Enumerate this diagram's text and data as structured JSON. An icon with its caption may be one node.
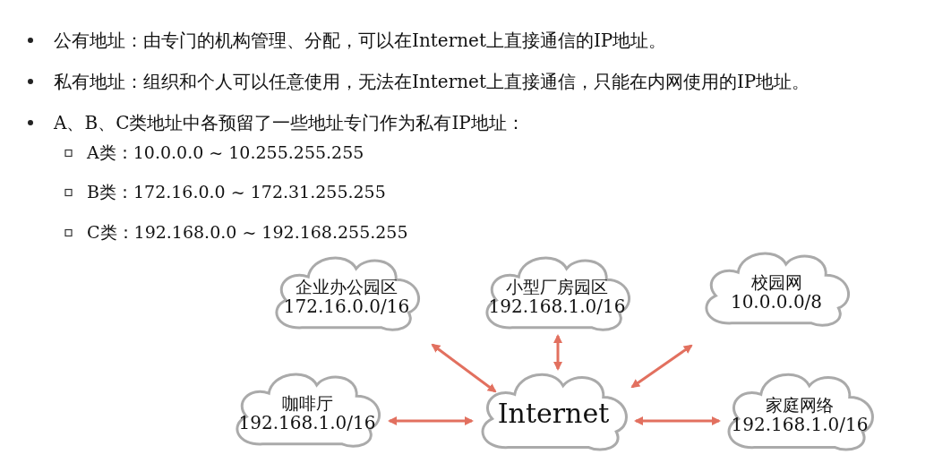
{
  "diagram": {
    "nodes": [
      {
        "text": [
          "企业办公园区",
          "172.16.0.0/16"
        ]
      },
      {
        "text": [
          "小型厂房园区",
          "192.168.1.0/16"
        ]
      },
      {
        "text": [
          "校园网",
          "10.0.0.0/8"
        ]
      },
      {
        "text": [
          "咖啡厅",
          "192.168.1.0/16"
        ]
      },
      {
        "text": [
          "Internet"
        ]
      },
      {
        "text": [
          "家庭网络",
          "192.168.1.0/16"
        ]
      }
    ],
    "edges": [
      {
        "from": 4,
        "to": 0,
        "arrow": "both"
      },
      {
        "from": 4,
        "to": 1,
        "arrow": "both"
      },
      {
        "from": 4,
        "to": 2,
        "arrow": "both"
      },
      {
        "from": 4,
        "to": 3,
        "arrow": "both"
      },
      {
        "from": 4,
        "to": 5,
        "arrow": "both"
      }
    ],
    "labels": [
      "公有地址：由专门的机构管理、分配，可以在Internet上直接通信的IP地址。",
      "私有地址：组织和个人可以任意使用，无法在Internet上直接通信，只能在内网使用的IP地址。",
      "A、B、C类地址中各预留了一些地址专门作为私有IP地址：",
      "A类：10.0.0.0 ~ 10.255.255.255",
      "B类：172.16.0.0 ~ 172.31.255.255",
      "C类：192.168.0.0 ~ 192.168.255.255"
    ]
  }
}
